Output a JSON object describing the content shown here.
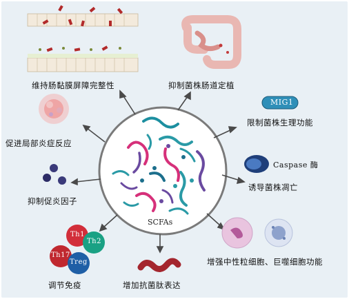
{
  "center": {
    "label": "SCFAs"
  },
  "effects": {
    "barrier": "维持肠黏膜屏障完整性",
    "colonization": "抑制菌株肠道定植",
    "mig1_tag": "MIG1",
    "physiology": "限制菌株生理功能",
    "caspase": "Caspase 酶",
    "apoptosis": "诱导菌株凋亡",
    "neutrophil": "增强中性粒细胞、巨噬细胞功能",
    "peptide": "增加抗菌肽表达",
    "immunity": "调节免疫",
    "cytokine": "抑制促炎因子",
    "inflammation": "促进局部炎症反应"
  },
  "tcells": {
    "th1": "Th1",
    "th2": "Th2",
    "th17": "Th17",
    "treg": "Treg"
  },
  "colors": {
    "background": "#e9f0f5",
    "arrow": "#4a4a4a",
    "teal": "#2a9aa6",
    "pink": "#d6307a",
    "purple": "#6a4aa0",
    "mig1_fill": "#2f8fb8"
  }
}
